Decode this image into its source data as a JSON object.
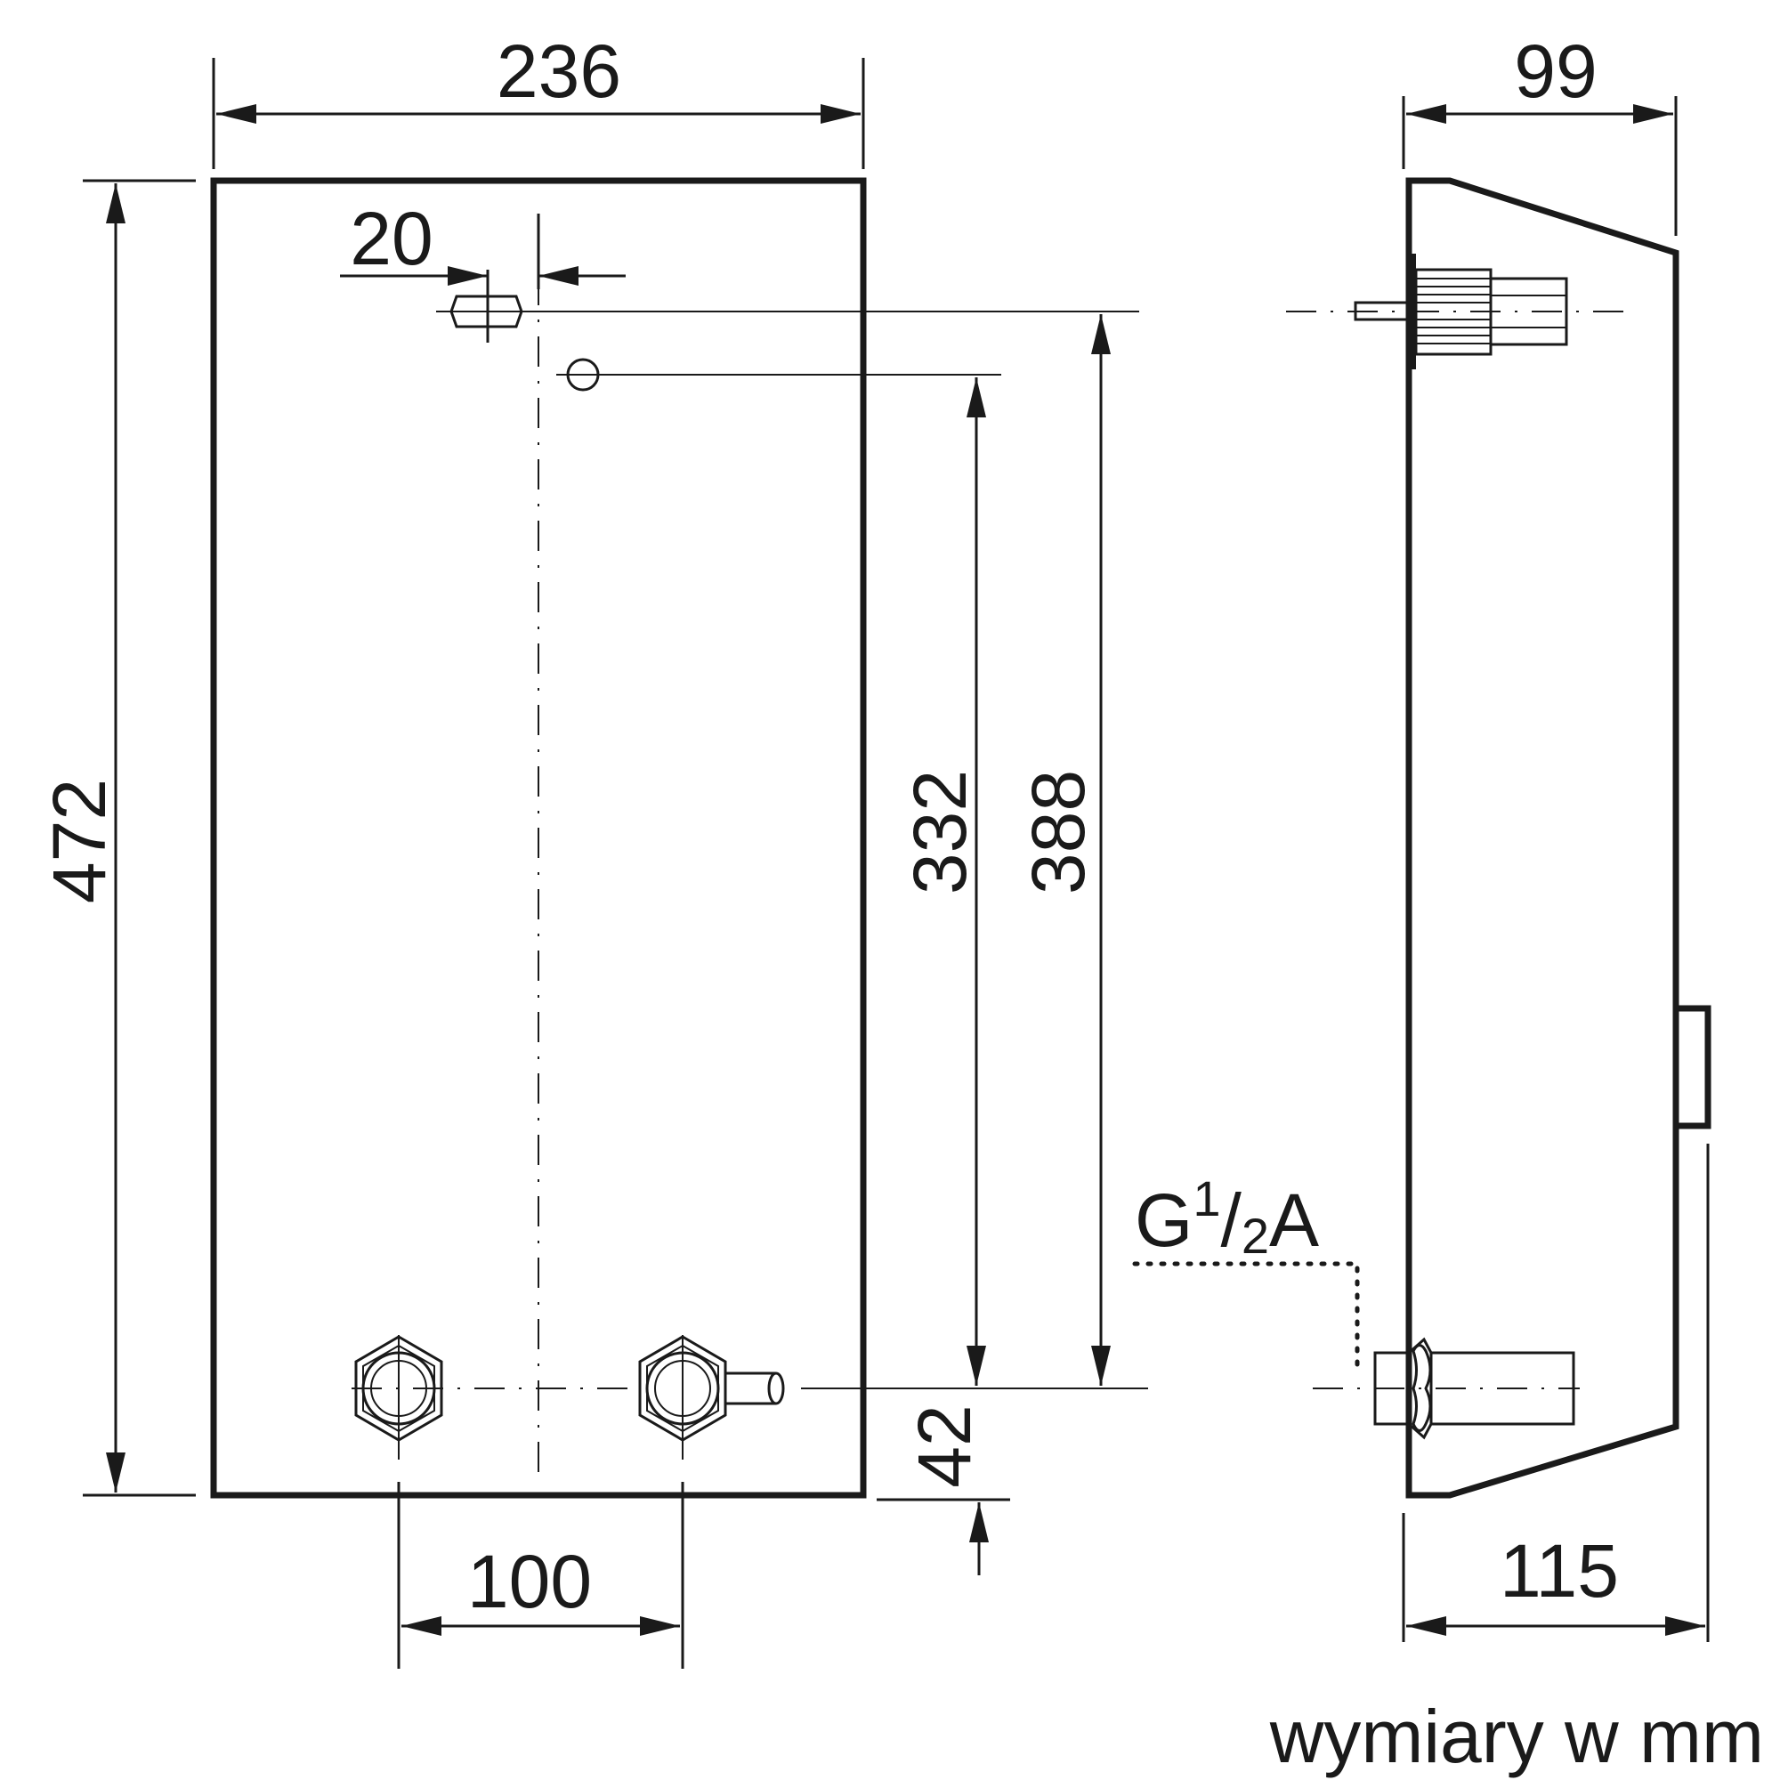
{
  "dimensions": {
    "width_front": "236",
    "height_front": "472",
    "top_offset": "20",
    "pipe_spacing": "100",
    "connection_height_1": "332",
    "connection_height_2": "388",
    "bottom_offset": "42",
    "depth_top": "99",
    "depth_bottom": "115"
  },
  "thread": {
    "prefix": "G",
    "num": "1",
    "den": "2",
    "suffix": "A"
  },
  "footer": {
    "units_note": "wymiary w mm"
  }
}
